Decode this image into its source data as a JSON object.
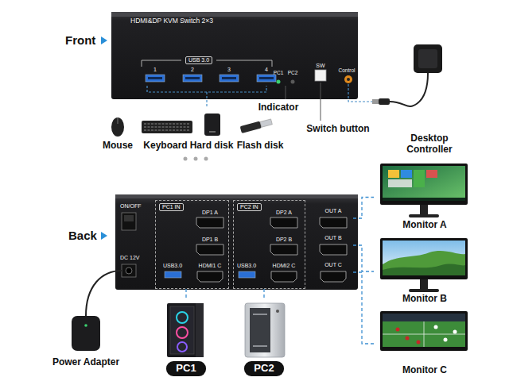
{
  "diagram": {
    "nodes": [
      {
        "text": [
          "HDMI&DP KVM Switch 2×3"
        ]
      },
      {
        "text": [
          "ON/OFF",
          "DC 12V"
        ]
      },
      {
        "text": [
          "PC1 IN"
        ],
        "in": 1
      },
      {
        "text": [
          "PC2 IN"
        ],
        "in": 1
      },
      {
        "text": [
          "OUT A"
        ],
        "in": 1
      },
      {
        "text": [
          "OUT B"
        ],
        "in": 1
      },
      {
        "text": [
          "OUT C"
        ],
        "in": 1
      },
      {
        "text": [
          "PC1"
        ]
      },
      {
        "text": [
          "PC2"
        ]
      },
      {
        "text": [
          "Monitor A"
        ]
      },
      {
        "text": [
          "Monitor B"
        ]
      },
      {
        "text": [
          "Monitor C"
        ]
      }
    ],
    "edges": [
      {
        "from": 2,
        "to": 7,
        "arrow": "none"
      },
      {
        "from": 3,
        "to": 8,
        "arrow": "none"
      },
      {
        "from": 4,
        "to": 9,
        "arrow": "none"
      },
      {
        "from": 5,
        "to": 10,
        "arrow": "none"
      },
      {
        "from": 6,
        "to": 11,
        "arrow": "none"
      }
    ],
    "labels": [
      "Front",
      "USB 3.0",
      "1",
      "2",
      "3",
      "4",
      "PC1",
      "PC2",
      "SW",
      "Control",
      "Indicator",
      "Switch button",
      "Desktop Controller",
      "Mouse",
      "Keyboard",
      "Hard disk",
      "Flash disk",
      "Back",
      "DP1 A",
      "DP1 B",
      "USB3.0",
      "HDMI1 C",
      "DP2 A",
      "DP2 B",
      "USB3.0",
      "HDMI2 C",
      "Power Adapter"
    ]
  }
}
